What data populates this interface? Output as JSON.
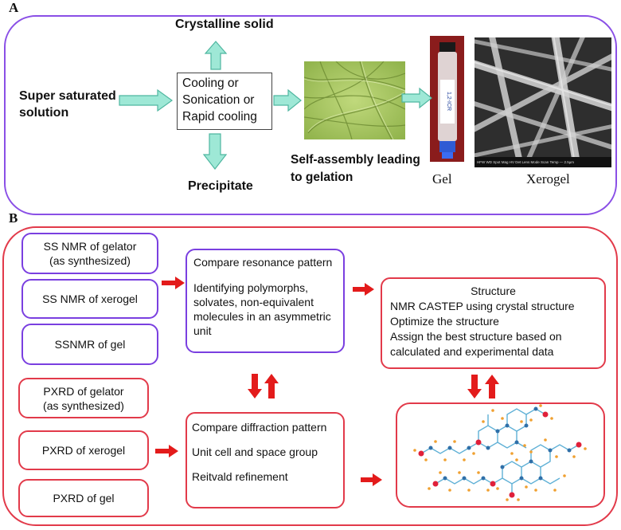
{
  "panel_a": {
    "label": "A",
    "crystalline": "Crystalline solid",
    "supersaturated": "Super saturated solution",
    "process": [
      "Cooling or",
      "Sonication or",
      "Rapid cooling"
    ],
    "precipitate": "Precipitate",
    "self_assembly": [
      "Self-assembly leading",
      "to gelation"
    ],
    "gel_caption": "Gel",
    "xerogel_caption": "Xerogel",
    "vial_label": "1,2-ICR",
    "sem_info": "HFW  WD  Spot  Mag  HV  Det  Lens Mode  Scan  Temp  — 2.5µm"
  },
  "panel_b": {
    "label": "B",
    "nmr_sources": [
      [
        "SS NMR of gelator",
        "(as synthesized)"
      ],
      [
        "SS NMR of xerogel"
      ],
      [
        "SSNMR of gel"
      ]
    ],
    "pxrd_sources": [
      [
        "PXRD of gelator",
        "(as synthesized)"
      ],
      [
        "PXRD of  xerogel"
      ],
      [
        "PXRD of gel"
      ]
    ],
    "resonance": {
      "title": "Compare resonance pattern",
      "body": [
        "Identifying polymorphs,",
        "solvates, non-equivalent",
        "molecules in an asymmetric",
        "unit"
      ]
    },
    "diffraction": {
      "title": "Compare diffraction pattern",
      "lines": [
        "Unit cell and space group",
        "Reitvald refinement"
      ]
    },
    "structure": {
      "title": "Structure",
      "lines": [
        "NMR CASTEP using crystal structure",
        "Optimize the structure",
        "Assign the best structure based on",
        "calculated and experimental  data"
      ]
    }
  },
  "colors": {
    "panel_a_border": "#8a4fe6",
    "panel_b_border": "#e23a4a",
    "nmr_box_border": "#7a3fe0",
    "red_arrow": "#e31b1b",
    "teal_arrow_fill": "#9ee8d6",
    "teal_arrow_stroke": "#4fb6a0"
  }
}
